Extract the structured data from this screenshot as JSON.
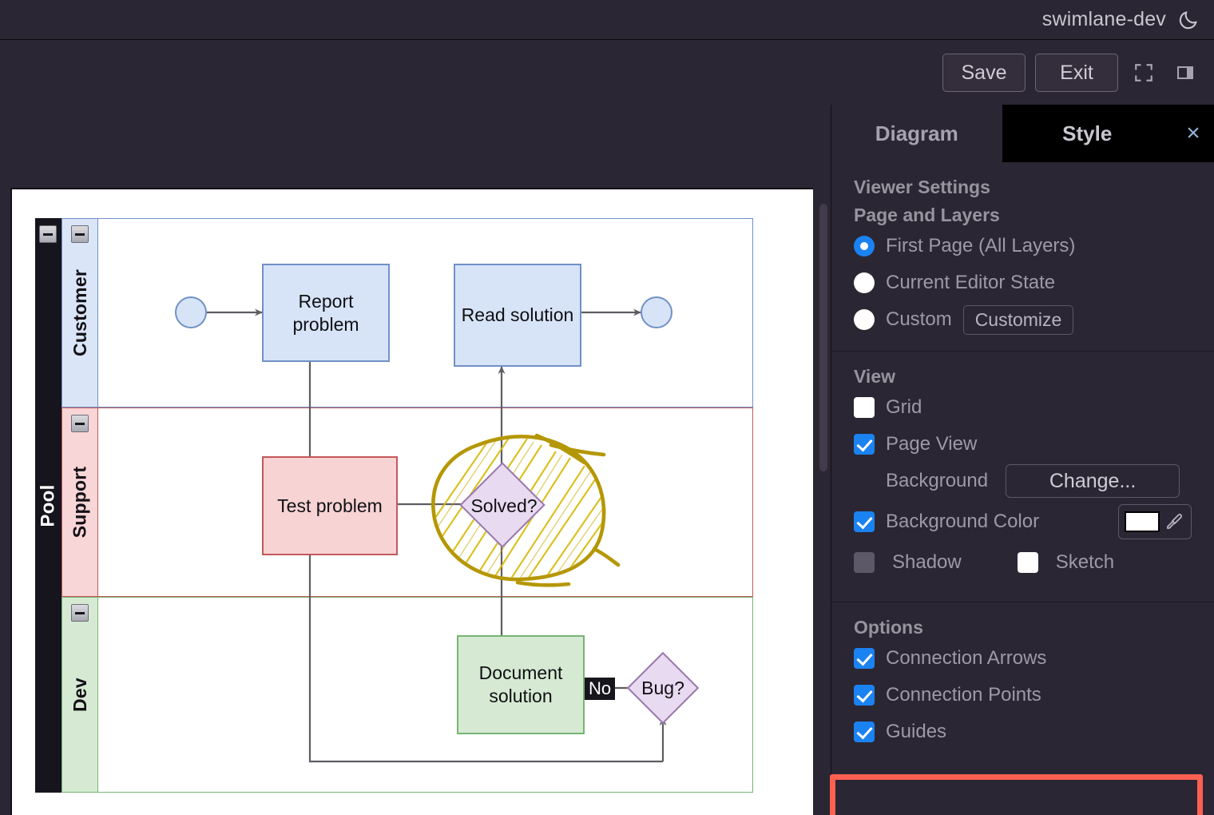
{
  "titlebar": {
    "title": "swimlane-dev",
    "theme_toggle_icon": "moon-icon"
  },
  "toolbar": {
    "save_label": "Save",
    "exit_label": "Exit",
    "fullscreen_icon": "fullscreen-icon",
    "panel_toggle_icon": "panel-toggle-icon"
  },
  "panel": {
    "tabs": [
      {
        "label": "Diagram",
        "active": false
      },
      {
        "label": "Style",
        "active": true
      }
    ],
    "close_label": "×",
    "viewer_settings_heading": "Viewer Settings",
    "page_and_layers_heading": "Page and Layers",
    "page_layer_options": [
      {
        "label": "First Page (All Layers)",
        "selected": true
      },
      {
        "label": "Current Editor State",
        "selected": false
      },
      {
        "label": "Custom",
        "selected": false
      }
    ],
    "customize_label": "Customize",
    "view_heading": "View",
    "view_options": [
      {
        "label": "Grid",
        "checked": false
      },
      {
        "label": "Page View",
        "checked": true
      }
    ],
    "background_label": "Background",
    "background_change_label": "Change...",
    "background_color_label": "Background Color",
    "background_color_checked": true,
    "background_color_value": "#ffffff",
    "shadow_label": "Shadow",
    "shadow_checked": false,
    "sketch_label": "Sketch",
    "sketch_checked": false,
    "options_heading": "Options",
    "options": [
      {
        "label": "Connection Arrows",
        "checked": true
      },
      {
        "label": "Connection Points",
        "checked": true
      },
      {
        "label": "Guides",
        "checked": true
      }
    ],
    "highlight_color": "#fd6050",
    "accent_color": "#1b82f1"
  },
  "diagram": {
    "pool_label": "Pool",
    "lanes": [
      {
        "label": "Customer",
        "fill": "#dae5f7",
        "stroke": "#7191c6"
      },
      {
        "label": "Support",
        "fill": "#f8d5d6",
        "stroke": "#c4585a"
      },
      {
        "label": "Dev",
        "fill": "#d6ead3",
        "stroke": "#76b474"
      }
    ],
    "nodes": [
      {
        "name": "start-event",
        "label": "",
        "shape": "circle",
        "lane": "Customer"
      },
      {
        "name": "report-problem",
        "label": "Report problem",
        "shape": "rect",
        "lane": "Customer"
      },
      {
        "name": "read-solution",
        "label": "Read solution",
        "shape": "rect",
        "lane": "Customer"
      },
      {
        "name": "end-event",
        "label": "",
        "shape": "circle",
        "lane": "Customer"
      },
      {
        "name": "test-problem",
        "label": "Test problem",
        "shape": "rect",
        "lane": "Support"
      },
      {
        "name": "solved-decision",
        "label": "Solved?",
        "shape": "diamond",
        "lane": "Support"
      },
      {
        "name": "document-solution",
        "label": "Document solution",
        "shape": "rect",
        "lane": "Dev"
      },
      {
        "name": "bug-decision",
        "label": "Bug?",
        "shape": "diamond",
        "lane": "Dev"
      }
    ],
    "edge_labels": [
      {
        "name": "edge-label-no",
        "label": "No"
      }
    ],
    "report_problem_line1": "Report",
    "report_problem_line2": "problem",
    "read_solution_label": "Read solution",
    "test_problem_label": "Test problem",
    "solved_label": "Solved?",
    "document_solution_line1": "Document",
    "document_solution_line2": "solution",
    "bug_label": "Bug?",
    "no_label": "No"
  }
}
